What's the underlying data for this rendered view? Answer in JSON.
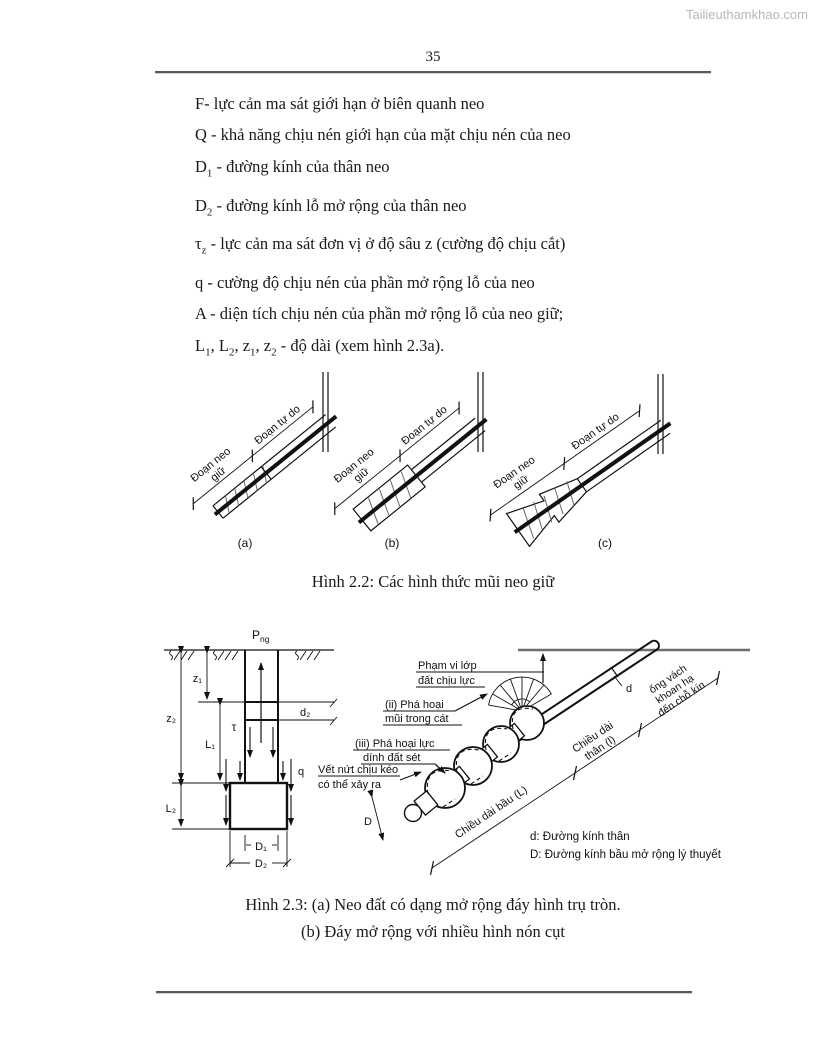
{
  "watermark": "Tailieuthamkhao.com",
  "page_number": "35",
  "colors": {
    "text": "#1a1a1a",
    "watermark": "#b8b8b8",
    "rule": "#5a5a5a"
  },
  "definitions": [
    {
      "segments": [
        {
          "t": "F- lực cản ma sát giới hạn ở biên quanh neo"
        }
      ]
    },
    {
      "segments": [
        {
          "t": "Q - khả năng chịu nén giới hạn của mặt chịu nén của neo"
        }
      ]
    },
    {
      "segments": [
        {
          "t": "D"
        },
        {
          "t": "1",
          "sub": true
        },
        {
          "t": " - đường kính của thân neo"
        }
      ]
    },
    {
      "segments": [
        {
          "t": "D"
        },
        {
          "t": "2",
          "sub": true
        },
        {
          "t": " - đường kính lỗ mở rộng của thân neo"
        }
      ]
    },
    {
      "segments": [
        {
          "t": "τ"
        },
        {
          "t": "z",
          "sub": true
        },
        {
          "t": " - lực cản ma sát đơn vị ở độ sâu z (cường độ chịu cắt)"
        }
      ]
    },
    {
      "segments": [
        {
          "t": "q - cường độ chịu nén của phần mở rộng lỗ của neo"
        }
      ]
    },
    {
      "segments": [
        {
          "t": "A - diện tích chịu nén của phần mở rộng lỗ của neo giữ;"
        }
      ]
    },
    {
      "segments": [
        {
          "t": "L"
        },
        {
          "t": "1",
          "sub": true
        },
        {
          "t": ", L"
        },
        {
          "t": "2",
          "sub": true
        },
        {
          "t": ", z"
        },
        {
          "t": "1",
          "sub": true
        },
        {
          "t": ", z"
        },
        {
          "t": "2",
          "sub": true
        },
        {
          "t": " - độ dài (xem hình 2.3a)."
        }
      ]
    }
  ],
  "fig22": {
    "caption": "Hình 2.2: Các hình thức mũi neo giữ",
    "label_bond_line1": "Đoạn neo",
    "label_bond_line2": "giữ",
    "label_free": "Đoạn tự do",
    "panel_labels": [
      "(a)",
      "(b)",
      "(c)"
    ]
  },
  "fig23": {
    "caption_line1": "Hình 2.3:  (a) Neo đất có dạng mở rộng đáy hình trụ tròn.",
    "caption_line2": "(b) Đáy mở rộng với nhiều hình nón cụt",
    "left": {
      "p_main": "P",
      "p_sub": "ng",
      "z1": "z₁",
      "z2": "z₂",
      "L1": "L₁",
      "L2": "L₂",
      "tau": "τ",
      "q": "q",
      "d2": "d₂",
      "D1": "D₁",
      "D2": "D₂",
      "crack_line1": "Vết nứt chịu kéo",
      "crack_line2": "có thể xảy ra"
    },
    "right": {
      "bearing_line1": "Phạm vi lớp",
      "bearing_line2": "đất chịu lực",
      "ii_line1": "(ii) Phá hoại",
      "ii_line2": "mũi trong cát",
      "iii_line1": "(iii) Phá hoại lực",
      "iii_line2": "dính đất sét",
      "casing_line1": "ống vách",
      "casing_line2": "khoan hạ",
      "casing_line3": "đến chỗ kín",
      "shaft_len_line1": "Chiều dài",
      "shaft_len_line2": "thân (l)",
      "bulb_len": "Chiều dài bầu (L)",
      "d": "d",
      "D": "D",
      "legend_d": "d: Đường kính thân",
      "legend_D": "D: Đường kính bầu mở rộng lý thuyết"
    }
  }
}
